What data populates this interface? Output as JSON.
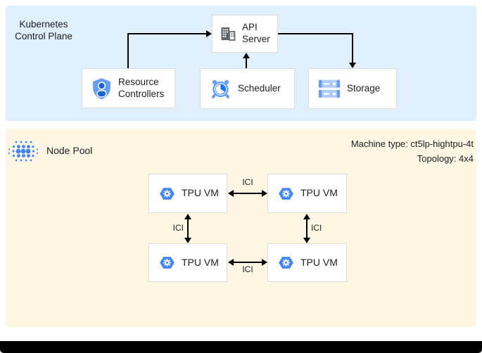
{
  "colors": {
    "control_plane_bg": "#DFF0FC",
    "node_pool_bg": "#FCF6E3",
    "google_blue": "#4285F4",
    "medium_blue": "#669DF6",
    "dark_blue": "#1967D2",
    "light_blue": "#AECBFA",
    "icon_gray": "#5F6368",
    "arrow_color": "#000000"
  },
  "control_plane": {
    "title": "Kubernetes Control Plane",
    "nodes": {
      "api_server": {
        "label": "API Server",
        "icon": "building-icon"
      },
      "resource_controllers": {
        "label": "Resource Controllers",
        "icon": "shield-user-icon"
      },
      "scheduler": {
        "label": "Scheduler",
        "icon": "alarm-clock-icon"
      },
      "storage": {
        "label": "Storage",
        "icon": "storage-stack-icon"
      }
    }
  },
  "node_pool": {
    "title": "Node Pool",
    "icon": "dot-cluster-icon",
    "machine_type": "Machine type: ct5lp-hightpu-4t",
    "topology": "Topology: 4x4",
    "vms": [
      {
        "label": "TPU VM",
        "icon": "gke-hexagon-icon"
      },
      {
        "label": "TPU VM",
        "icon": "gke-hexagon-icon"
      },
      {
        "label": "TPU VM",
        "icon": "gke-hexagon-icon"
      },
      {
        "label": "TPU VM",
        "icon": "gke-hexagon-icon"
      }
    ],
    "links": [
      {
        "label": "ICI",
        "position": "top"
      },
      {
        "label": "ICI",
        "position": "left"
      },
      {
        "label": "ICI",
        "position": "right"
      },
      {
        "label": "ICI",
        "position": "bottom"
      }
    ]
  }
}
